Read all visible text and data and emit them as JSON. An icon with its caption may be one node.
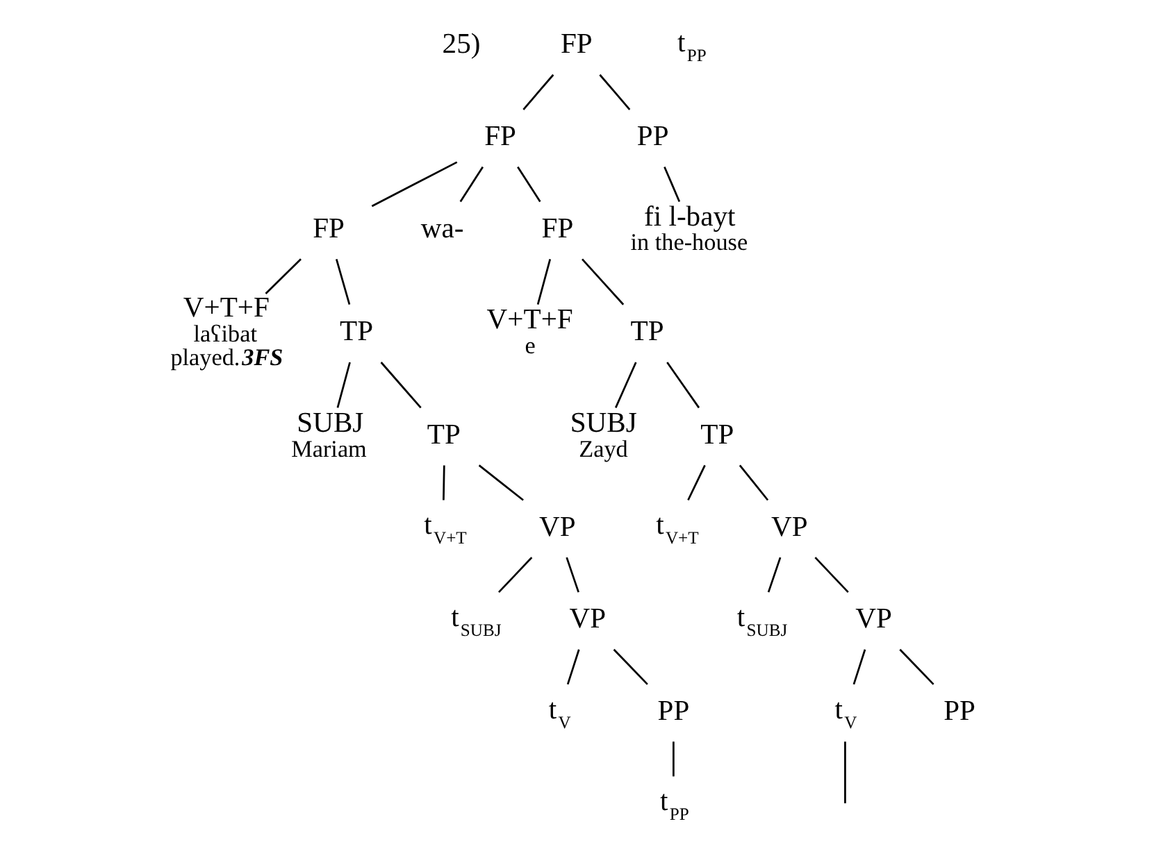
{
  "diagram": {
    "nodes": [
      {
        "text": [
          "FP"
        ]
      },
      {
        "text": [
          "FP"
        ]
      },
      {
        "text": [
          "PP"
        ]
      },
      {
        "text": [
          "fi l-bayt",
          "in the-house"
        ]
      },
      {
        "text": [
          "FP"
        ]
      },
      {
        "text": [
          "wa-"
        ]
      },
      {
        "text": [
          "FP"
        ]
      },
      {
        "text": [
          "V+T+F",
          "laʕibat",
          "played.**3FS**"
        ]
      },
      {
        "text": [
          "TP"
        ]
      },
      {
        "text": [
          "SUBJ",
          "Mariam"
        ]
      },
      {
        "text": [
          "TP"
        ]
      },
      {
        "text": [
          "t$_{V+T}$"
        ]
      },
      {
        "text": [
          "VP"
        ]
      },
      {
        "text": [
          "t$_{SUBJ}$"
        ]
      },
      {
        "text": [
          "VP"
        ]
      },
      {
        "text": [
          "t$_{V}$"
        ]
      },
      {
        "text": [
          "PP"
        ]
      },
      {
        "text": [
          "t$_{PP}$"
        ]
      },
      {
        "text": [
          "V+T+F",
          "e"
        ]
      },
      {
        "text": [
          "TP"
        ]
      },
      {
        "text": [
          "SUBJ",
          "Zayd"
        ]
      },
      {
        "text": [
          "TP"
        ]
      },
      {
        "text": [
          "t$_{V+T}$"
        ]
      },
      {
        "text": [
          "VP"
        ]
      },
      {
        "text": [
          "t$_{SUBJ}$"
        ]
      },
      {
        "text": [
          "VP"
        ]
      },
      {
        "text": [
          "t$_{V}$"
        ]
      },
      {
        "text": [
          "PP"
        ]
      },
      {
        "text": [
          "t$_{PP}$"
        ]
      }
    ],
    "edges": [
      {
        "from": 0,
        "to": 1,
        "arrow": "none"
      },
      {
        "from": 0,
        "to": 2,
        "arrow": "none"
      },
      {
        "from": 2,
        "to": 3,
        "arrow": "none"
      },
      {
        "from": 1,
        "to": 4,
        "arrow": "none"
      },
      {
        "from": 1,
        "to": 5,
        "arrow": "none"
      },
      {
        "from": 1,
        "to": 6,
        "arrow": "none"
      },
      {
        "from": 4,
        "to": 7,
        "arrow": "none"
      },
      {
        "from": 4,
        "to": 8,
        "arrow": "none"
      },
      {
        "from": 8,
        "to": 9,
        "arrow": "none"
      },
      {
        "from": 8,
        "to": 10,
        "arrow": "none"
      },
      {
        "from": 10,
        "to": 11,
        "arrow": "none"
      },
      {
        "from": 10,
        "to": 12,
        "arrow": "none"
      },
      {
        "from": 12,
        "to": 13,
        "arrow": "none"
      },
      {
        "from": 12,
        "to": 14,
        "arrow": "none"
      },
      {
        "from": 14,
        "to": 15,
        "arrow": "none"
      },
      {
        "from": 14,
        "to": 16,
        "arrow": "none"
      },
      {
        "from": 16,
        "to": 17,
        "arrow": "none"
      },
      {
        "from": 6,
        "to": 18,
        "arrow": "none"
      },
      {
        "from": 6,
        "to": 19,
        "arrow": "none"
      },
      {
        "from": 19,
        "to": 20,
        "arrow": "none"
      },
      {
        "from": 19,
        "to": 21,
        "arrow": "none"
      },
      {
        "from": 21,
        "to": 22,
        "arrow": "none"
      },
      {
        "from": 21,
        "to": 23,
        "arrow": "none"
      },
      {
        "from": 23,
        "to": 24,
        "arrow": "none"
      },
      {
        "from": 23,
        "to": 25,
        "arrow": "none"
      },
      {
        "from": 25,
        "to": 26,
        "arrow": "none"
      },
      {
        "from": 25,
        "to": 27,
        "arrow": "none"
      },
      {
        "from": 26,
        "to": null,
        "arrow": "none"
      }
    ],
    "labels": [
      "25)"
    ]
  }
}
